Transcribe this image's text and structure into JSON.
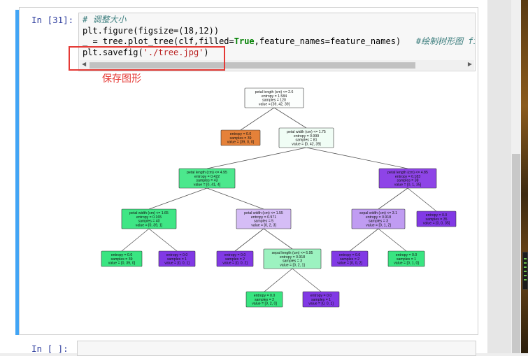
{
  "cells": {
    "prev_prompt": "In  [31]:",
    "next_prompt": "In  [ ]:",
    "code_lines": [
      "# 调整大小",
      "plt.figure(figsize=(18,12))",
      "_ = tree.plot_tree(clf,filled=True,feature_names=feature_names)   #绘制树形图 fi",
      "plt.savefig('./tree.jpg')"
    ],
    "code": {
      "comment_line": "# 调整大小",
      "line2": "plt.figure(figsize=(18,12))",
      "line3_a": "_ = tree.plot_tree(clf,filled=",
      "line3_kw": "True",
      "line3_b": ",feature_names=feature_names)   ",
      "line3_comment": "#绘制树形图 fi",
      "line4_a": "plt.savefig(",
      "line4_str": "'./tree.jpg'",
      "line4_b": ")"
    }
  },
  "annotation": {
    "label": "保存图形",
    "color": "#e53935"
  },
  "tree": {
    "nodes": [
      {
        "id": "root",
        "lines": [
          "petal length (cm) <= 2.6",
          "entropy = 1.584",
          "samples = 120",
          "value = [39, 42, 39]"
        ],
        "fill": "#fcfefd"
      },
      {
        "id": "n1",
        "lines": [
          "entropy = 0.0",
          "samples = 39",
          "value = [39, 0, 0]"
        ],
        "fill": "#e58139"
      },
      {
        "id": "n2",
        "lines": [
          "petal width (cm) <= 1.75",
          "entropy = 0.999",
          "samples = 81",
          "value = [0, 42, 39]"
        ],
        "fill": "#f0fdf5"
      },
      {
        "id": "n3",
        "lines": [
          "petal length (cm) <= 4.95",
          "entropy = 0.422",
          "samples = 43",
          "value = [0, 41, 4]"
        ],
        "fill": "#4ce88d"
      },
      {
        "id": "n4",
        "lines": [
          "petal length (cm) <= 4.85",
          "entropy = 0.183",
          "samples = 38",
          "value = [0, 1, 35]"
        ],
        "fill": "#8e44e7"
      },
      {
        "id": "n5",
        "lines": [
          "petal width (cm) <= 1.65",
          "entropy = 0.165",
          "samples = 40",
          "value = [0, 39, 1]"
        ],
        "fill": "#3fe685"
      },
      {
        "id": "n6",
        "lines": [
          "petal width (cm) <= 1.55",
          "entropy = 0.971",
          "samples = 5",
          "value = [0, 2, 3]"
        ],
        "fill": "#d5bdf6"
      },
      {
        "id": "n7",
        "lines": [
          "sepal width (cm) <= 3.1",
          "entropy = 0.918",
          "samples = 3",
          "value = [0, 1, 2]"
        ],
        "fill": "#c09cf2"
      },
      {
        "id": "n8",
        "lines": [
          "entropy = 0.0",
          "samples = 35",
          "value = [0, 0, 35]"
        ],
        "fill": "#8139e5"
      },
      {
        "id": "n9",
        "lines": [
          "entropy = 0.0",
          "samples = 39",
          "value = [0, 39, 0]"
        ],
        "fill": "#39e581"
      },
      {
        "id": "n10",
        "lines": [
          "entropy = 0.0",
          "samples = 1",
          "value = [0, 0, 1]"
        ],
        "fill": "#8139e5"
      },
      {
        "id": "n11",
        "lines": [
          "entropy = 0.0",
          "samples = 2",
          "value = [0, 0, 2]"
        ],
        "fill": "#8139e5"
      },
      {
        "id": "n12",
        "lines": [
          "sepal length (cm) <= 6.95",
          "entropy = 0.918",
          "samples = 3",
          "value = [0, 2, 1]"
        ],
        "fill": "#9cf2c0"
      },
      {
        "id": "n13",
        "lines": [
          "entropy = 0.0",
          "samples = 2",
          "value = [0, 0, 2]"
        ],
        "fill": "#8139e5"
      },
      {
        "id": "n14",
        "lines": [
          "entropy = 0.0",
          "samples = 1",
          "value = [0, 1, 0]"
        ],
        "fill": "#39e581"
      },
      {
        "id": "n15",
        "lines": [
          "entropy = 0.0",
          "samples = 2",
          "value = [0, 2, 0]"
        ],
        "fill": "#39e581"
      },
      {
        "id": "n16",
        "lines": [
          "entropy = 0.0",
          "samples = 1",
          "value = [0, 0, 1]"
        ],
        "fill": "#8139e5"
      }
    ],
    "edges": [
      [
        "root",
        "n1"
      ],
      [
        "root",
        "n2"
      ],
      [
        "n2",
        "n3"
      ],
      [
        "n2",
        "n4"
      ],
      [
        "n3",
        "n5"
      ],
      [
        "n3",
        "n6"
      ],
      [
        "n4",
        "n7"
      ],
      [
        "n4",
        "n8"
      ],
      [
        "n5",
        "n9"
      ],
      [
        "n5",
        "n10"
      ],
      [
        "n6",
        "n11"
      ],
      [
        "n6",
        "n12"
      ],
      [
        "n7",
        "n13"
      ],
      [
        "n7",
        "n14"
      ],
      [
        "n12",
        "n15"
      ],
      [
        "n12",
        "n16"
      ]
    ]
  },
  "colors": {
    "cell_selected_bar": "#42a5f5",
    "prompt": "#303f9f",
    "code_bg": "#f7f7f7"
  }
}
